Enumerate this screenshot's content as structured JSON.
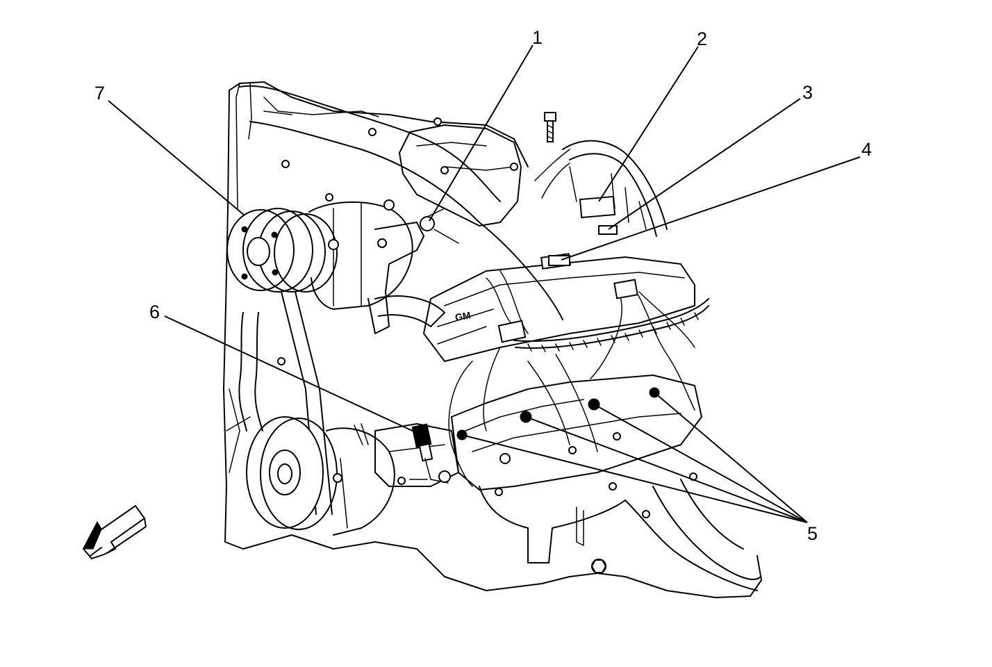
{
  "callouts": [
    {
      "id": "1",
      "label": "1"
    },
    {
      "id": "2",
      "label": "2"
    },
    {
      "id": "3",
      "label": "3"
    },
    {
      "id": "4",
      "label": "4"
    },
    {
      "id": "5",
      "label": "5"
    },
    {
      "id": "6",
      "label": "6"
    },
    {
      "id": "7",
      "label": "7"
    }
  ],
  "engine_marking": "GM"
}
